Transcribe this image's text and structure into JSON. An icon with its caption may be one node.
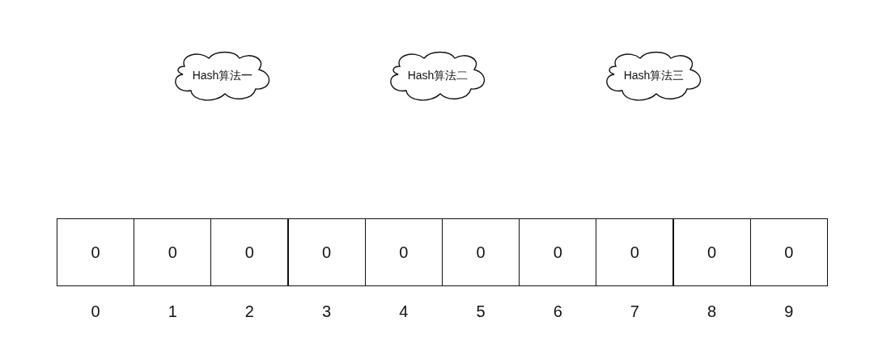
{
  "diagram": {
    "nodes": [
      {
        "text": [
          "Hash算法一"
        ]
      },
      {
        "text": [
          "Hash算法二"
        ]
      },
      {
        "text": [
          "Hash算法三"
        ]
      },
      {
        "text": [
          "0"
        ],
        "beside": [
          "0"
        ]
      },
      {
        "text": [
          "0"
        ],
        "beside": [
          "1"
        ]
      },
      {
        "text": [
          "0"
        ],
        "beside": [
          "2"
        ]
      },
      {
        "text": [
          "0"
        ],
        "beside": [
          "3"
        ]
      },
      {
        "text": [
          "0"
        ],
        "beside": [
          "4"
        ]
      },
      {
        "text": [
          "0"
        ],
        "beside": [
          "5"
        ]
      },
      {
        "text": [
          "0"
        ],
        "beside": [
          "6"
        ]
      },
      {
        "text": [
          "0"
        ],
        "beside": [
          "7"
        ]
      },
      {
        "text": [
          "0"
        ],
        "beside": [
          "8"
        ]
      },
      {
        "text": [
          "0"
        ],
        "beside": [
          "9"
        ]
      }
    ]
  }
}
